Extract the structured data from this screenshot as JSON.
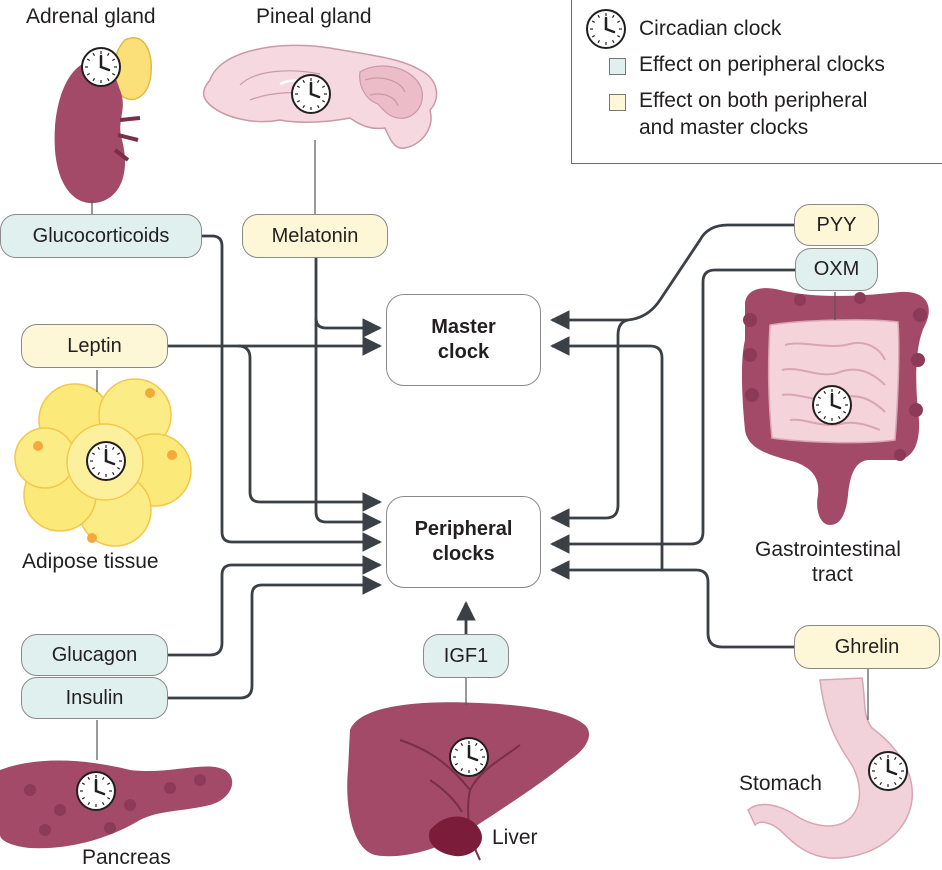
{
  "legend": {
    "circadian": "Circadian clock",
    "peripheral": "Effect on peripheral clocks",
    "both_line1": "Effect on both peripheral",
    "both_line2": "and master clocks",
    "colors": {
      "peripheral": "#dff0ee",
      "both": "#fdf7d8"
    }
  },
  "organs": {
    "adrenal": "Adrenal gland",
    "pineal": "Pineal gland",
    "adipose": "Adipose tissue",
    "pancreas": "Pancreas",
    "liver": "Liver",
    "gi_line1": "Gastrointestinal",
    "gi_line2": "tract",
    "stomach": "Stomach"
  },
  "hormones": {
    "glucocorticoids": "Glucocorticoids",
    "melatonin": "Melatonin",
    "leptin": "Leptin",
    "glucagon": "Glucagon",
    "insulin": "Insulin",
    "igf1": "IGF1",
    "pyy": "PYY",
    "oxm": "OXM",
    "ghrelin": "Ghrelin"
  },
  "clocks": {
    "master_line1": "Master",
    "master_line2": "clock",
    "peripheral_line1": "Peripheral",
    "peripheral_line2": "clocks"
  },
  "colors": {
    "arrow": "#3a4045",
    "organ_dark": "#a24a68",
    "organ_light": "#f2d2da",
    "adipose_yellow": "#fbe97a"
  }
}
